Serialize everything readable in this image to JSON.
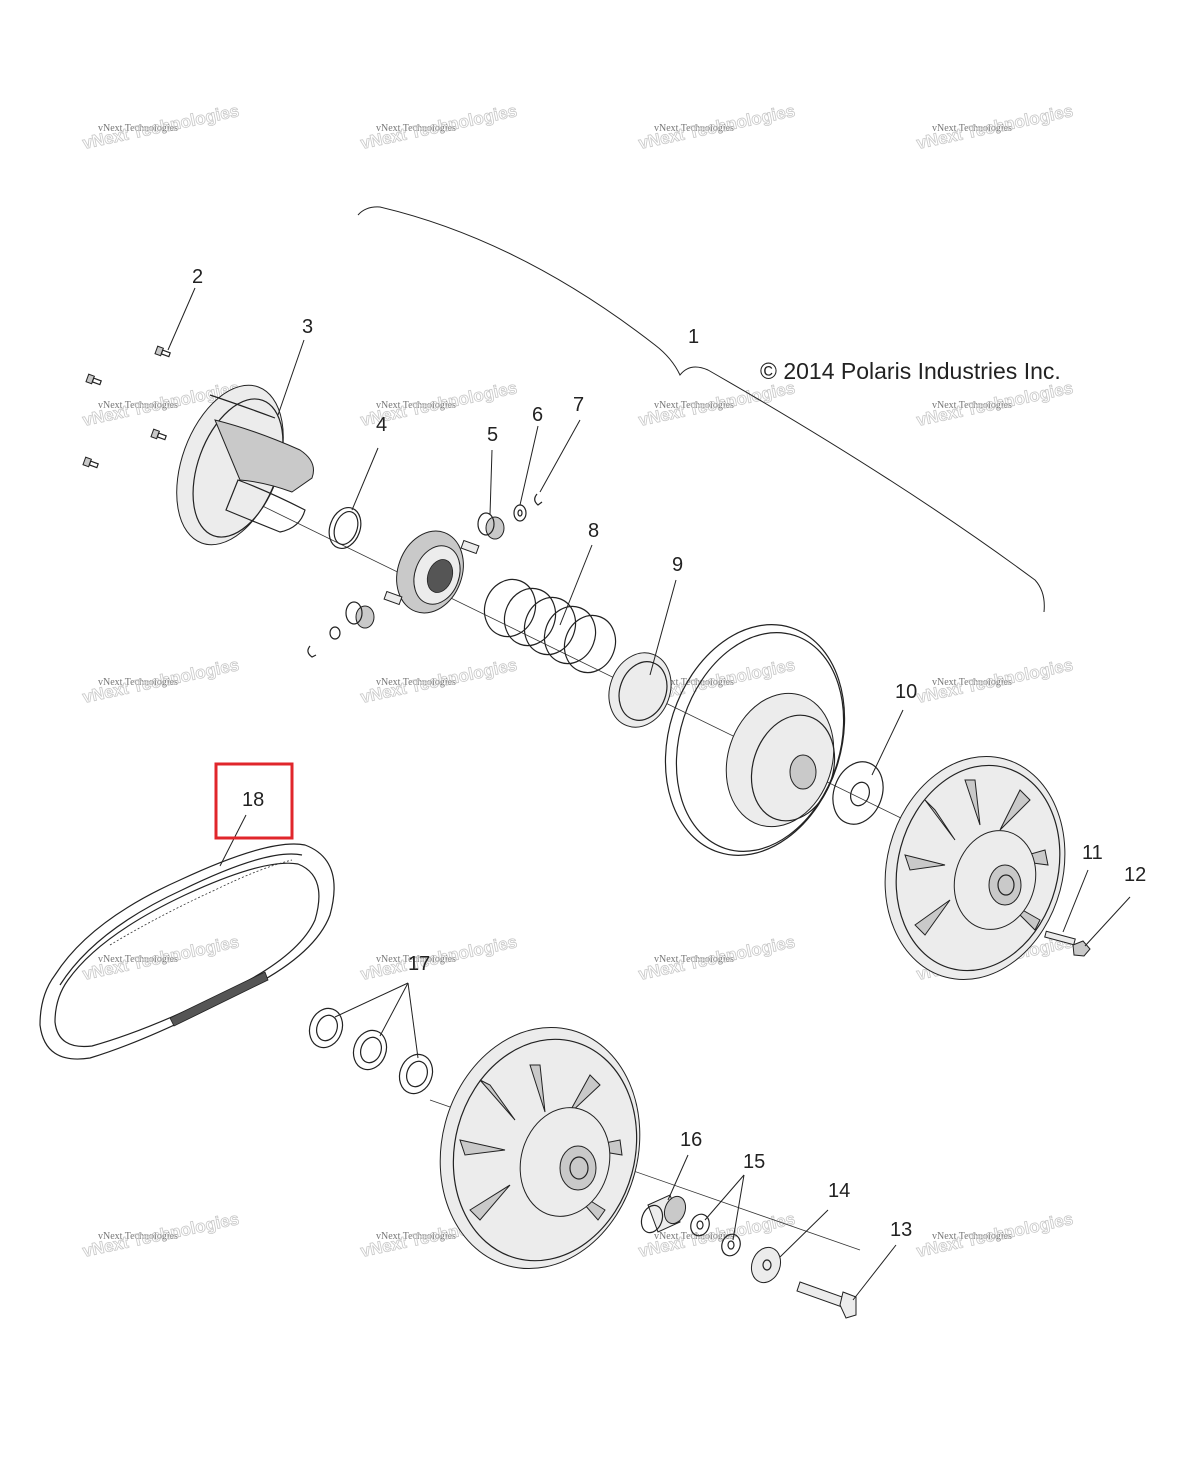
{
  "copyright": "© 2014 Polaris Industries Inc.",
  "watermark": {
    "line1": "vNext Technologies",
    "line2": "vNext Technologies"
  },
  "highlight_color": "#e0262b",
  "callouts": [
    {
      "id": "1",
      "label": "1"
    },
    {
      "id": "2",
      "label": "2"
    },
    {
      "id": "3",
      "label": "3"
    },
    {
      "id": "4",
      "label": "4"
    },
    {
      "id": "5",
      "label": "5"
    },
    {
      "id": "6",
      "label": "6"
    },
    {
      "id": "7",
      "label": "7"
    },
    {
      "id": "8",
      "label": "8"
    },
    {
      "id": "9",
      "label": "9"
    },
    {
      "id": "10",
      "label": "10"
    },
    {
      "id": "11",
      "label": "11"
    },
    {
      "id": "12",
      "label": "12"
    },
    {
      "id": "13",
      "label": "13"
    },
    {
      "id": "14",
      "label": "14"
    },
    {
      "id": "15",
      "label": "15"
    },
    {
      "id": "16",
      "label": "16"
    },
    {
      "id": "17",
      "label": "17"
    },
    {
      "id": "18",
      "label": "18",
      "highlighted": true
    }
  ]
}
